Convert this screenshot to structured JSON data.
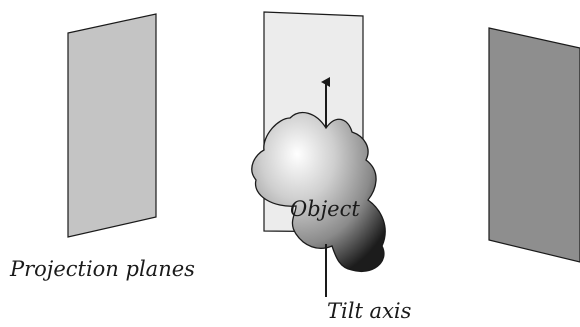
{
  "labels": {
    "object": "Object",
    "projection_planes": "Projection planes",
    "tilt_axis": "Tilt axis"
  },
  "colors": {
    "left_plane": "#c4c4c4",
    "center_plane": "#ececec",
    "right_plane": "#8e8e8e",
    "outline": "#1a1a1a",
    "object_highlight": "#ffffff",
    "object_shadow": "#1c1c1c"
  }
}
